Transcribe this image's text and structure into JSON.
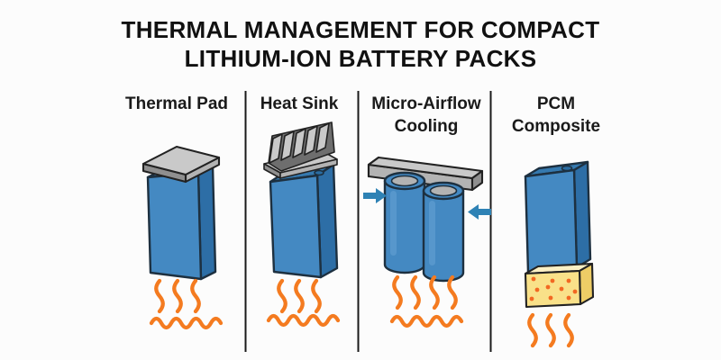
{
  "title": {
    "line1": "THERMAL MANAGEMENT FOR COMPACT",
    "line2": "LITHIUM-ION BATTERY PACKS"
  },
  "panels": [
    {
      "label": "Thermal Pad",
      "art": "prismatic-cell-with-thermal-pad"
    },
    {
      "label": "Heat Sink",
      "art": "prismatic-cell-with-finned-heat-sink"
    },
    {
      "label": "Micro-Airflow\nCooling",
      "art": "two-cylindrical-cells-with-cold-plate-and-airflow-arrows"
    },
    {
      "label": "PCM\nComposite",
      "art": "prismatic-cell-on-dotted-pcm-block"
    }
  ],
  "colors": {
    "background": "#fcfcfc",
    "title-text": "#111111",
    "label-text": "#1a1a1a",
    "divider": "#1a1a1a",
    "outline": "#1d3040",
    "battery-front": "#4489c2",
    "battery-side": "#2d6ea6",
    "battery-top": "#3579af",
    "terminal-blue": "#2a6da3",
    "metal-light": "#c9c9c9",
    "metal-mid": "#b3b3b3",
    "metal-dark": "#8f8f8f",
    "metal-shadow": "#6e6e6e",
    "heat-orange": "#f47b20",
    "airflow-blue": "#2e82b5",
    "pcm-front": "#f9e189",
    "pcm-side": "#eecd66",
    "pcm-top": "#fbf0c4",
    "pcm-dot": "#f26822"
  }
}
